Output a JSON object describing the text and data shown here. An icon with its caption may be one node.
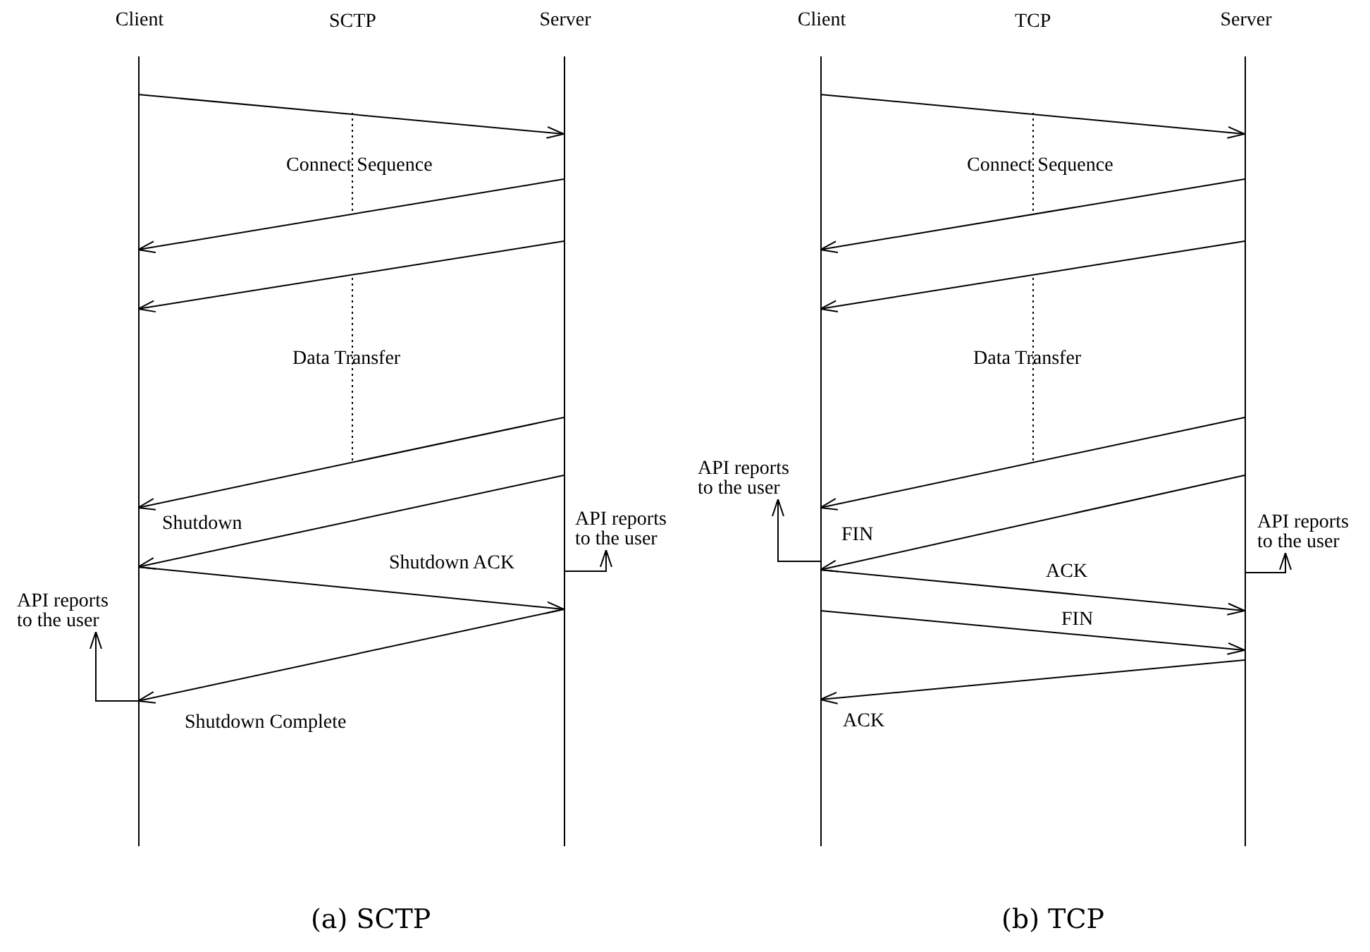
{
  "diagram": {
    "nodes": [
      {
        "text": [
          "Client"
        ]
      },
      {
        "text": [
          "Server"
        ]
      },
      {
        "text": [
          "API reports to the user"
        ]
      },
      {
        "text": [
          "API reports to the user"
        ]
      },
      {
        "text": [
          "Client"
        ]
      },
      {
        "text": [
          "Server"
        ]
      },
      {
        "text": [
          "API reports to the user"
        ]
      },
      {
        "text": [
          "API reports to the user"
        ]
      }
    ],
    "edges": [
      {
        "from": 0,
        "to": 1,
        "arrow": "to"
      },
      {
        "from": 1,
        "to": 0,
        "arrow": "to"
      },
      {
        "from": 1,
        "to": 0,
        "arrow": "to"
      },
      {
        "from": 1,
        "to": 0,
        "arrow": "to"
      },
      {
        "from": 1,
        "to": 0,
        "arrow": "to",
        "label": "Shutdown"
      },
      {
        "from": 0,
        "to": 1,
        "arrow": "to",
        "label": "Shutdown ACK"
      },
      {
        "from": 1,
        "to": 2,
        "arrow": "to"
      },
      {
        "from": 1,
        "to": 0,
        "arrow": "to",
        "label": "Shutdown Complete"
      },
      {
        "from": 0,
        "to": 3,
        "arrow": "to"
      },
      {
        "from": 4,
        "to": 5,
        "arrow": "to"
      },
      {
        "from": 5,
        "to": 4,
        "arrow": "to"
      },
      {
        "from": 5,
        "to": 4,
        "arrow": "to"
      },
      {
        "from": 5,
        "to": 4,
        "arrow": "to"
      },
      {
        "from": 5,
        "to": 4,
        "arrow": "to",
        "label": "FIN"
      },
      {
        "from": 4,
        "to": 6,
        "arrow": "to"
      },
      {
        "from": 4,
        "to": 5,
        "arrow": "to",
        "label": "ACK"
      },
      {
        "from": 5,
        "to": 7,
        "arrow": "to"
      },
      {
        "from": 4,
        "to": 5,
        "arrow": "to",
        "label": "FIN"
      },
      {
        "from": 5,
        "to": 4,
        "arrow": "to",
        "label": "ACK"
      }
    ],
    "labels": [
      "SCTP",
      "TCP",
      "Connect Sequence",
      "Connect Sequence",
      "Data Transfer",
      "Data Transfer",
      "(a) SCTP",
      "(b) TCP"
    ]
  }
}
